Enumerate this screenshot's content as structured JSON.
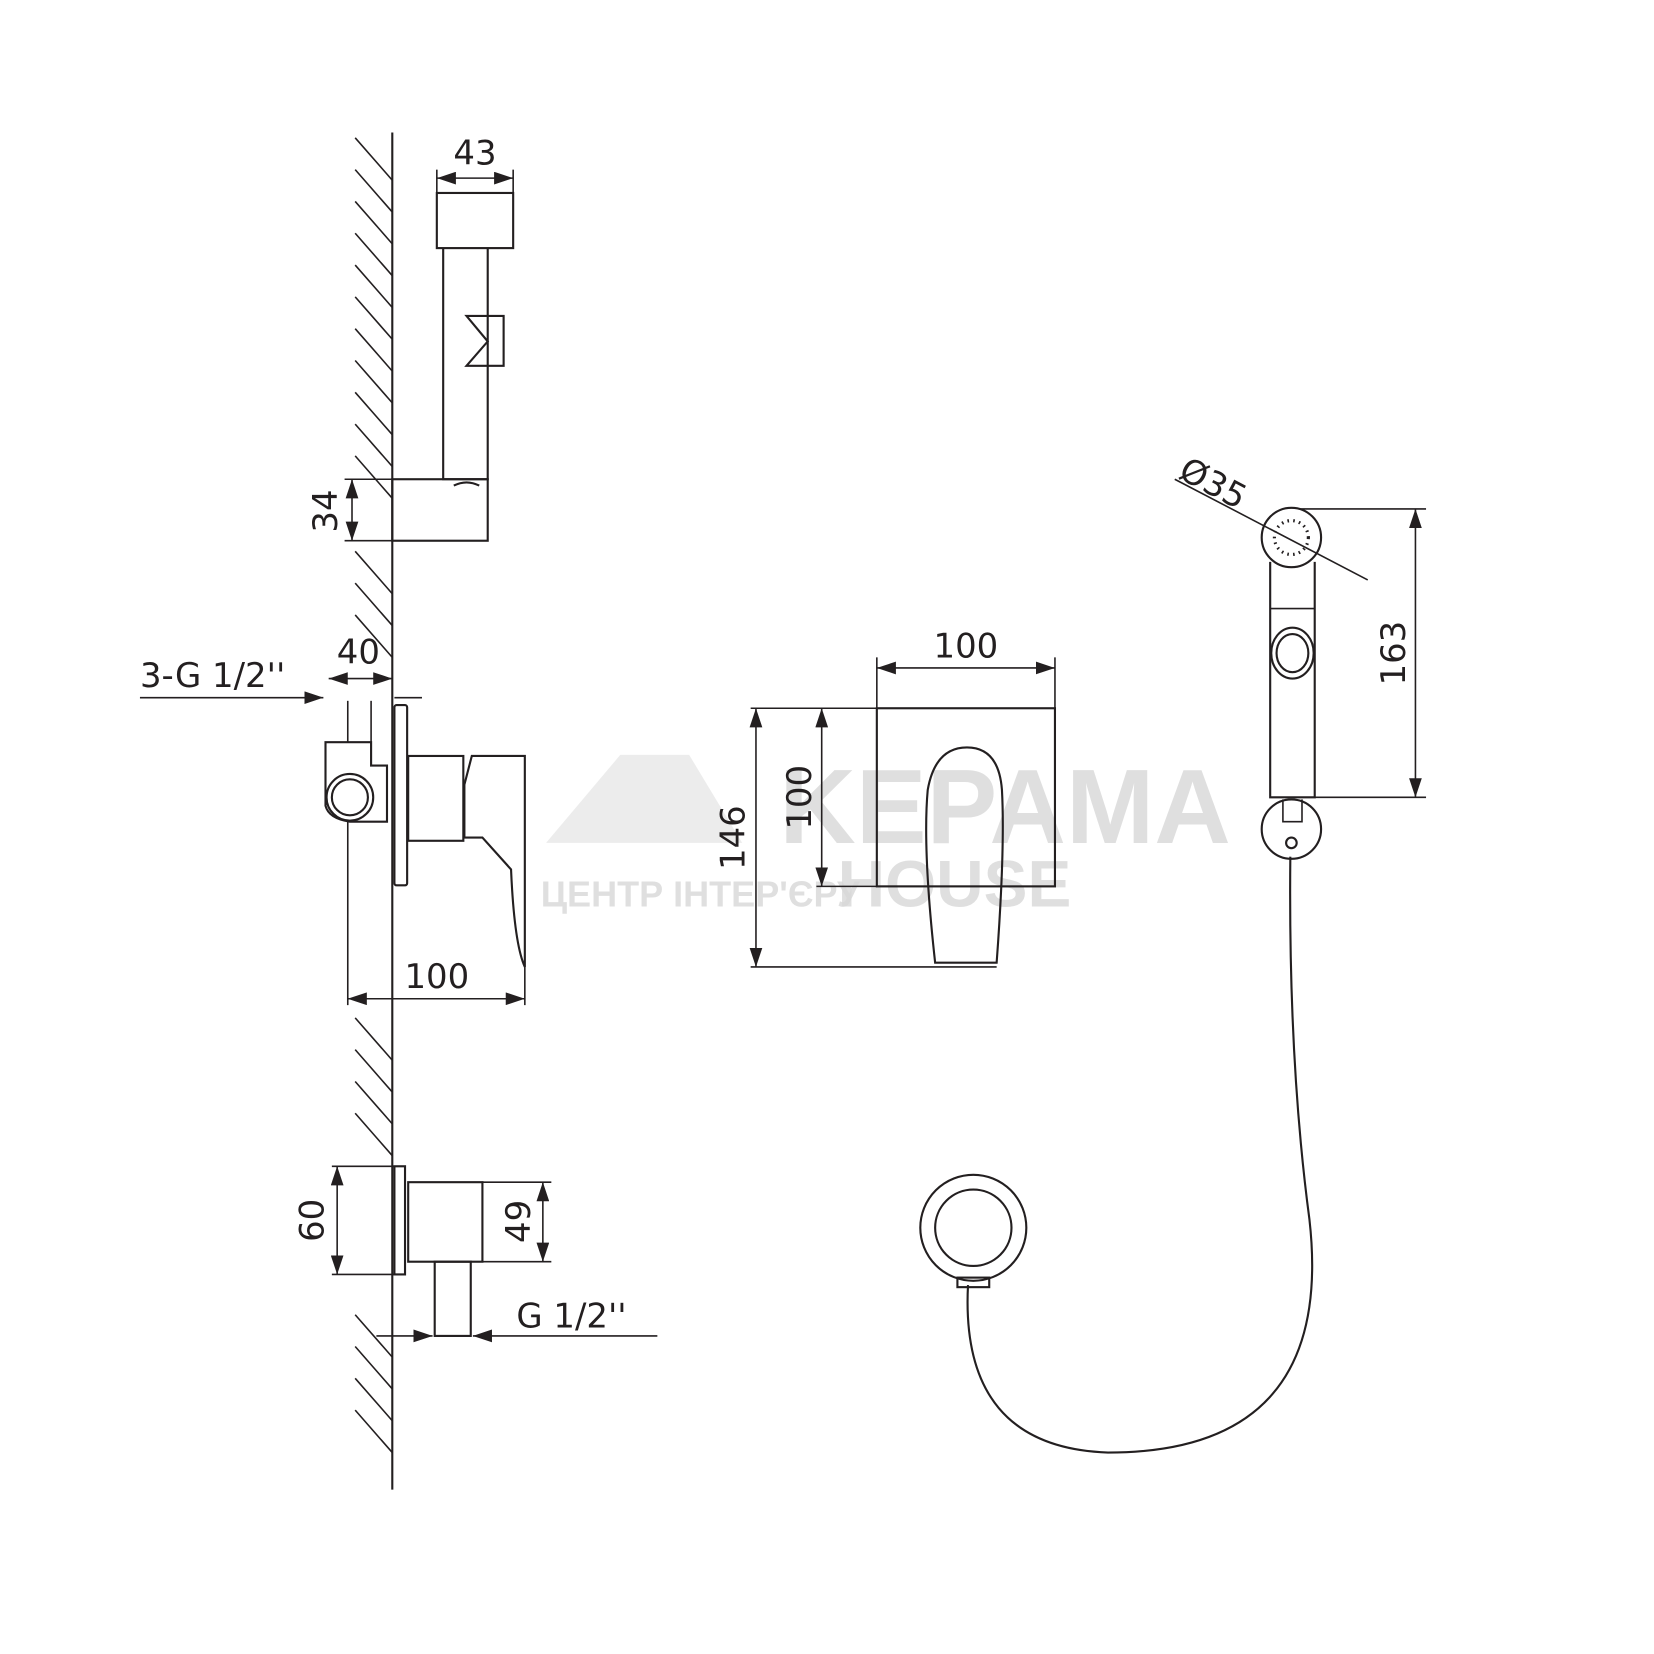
{
  "dimensions": {
    "holder_width": "43",
    "holder_height": "34",
    "mixer_offset": "40",
    "inlet_thread": "3-G 1/2''",
    "mixer_depth": "100",
    "plate_height": "146",
    "plate_inner": "100",
    "plate_width": "100",
    "outlet_height": "60",
    "outlet_inner": "49",
    "outlet_thread": "G 1/2''",
    "head_diameter": "Ø35",
    "shower_length": "163"
  },
  "watermark": {
    "brand": "KEPAMA",
    "brand2": "HOUSE",
    "tagline": "ЦЕНТР ІНТЕР'ЄРУ"
  }
}
